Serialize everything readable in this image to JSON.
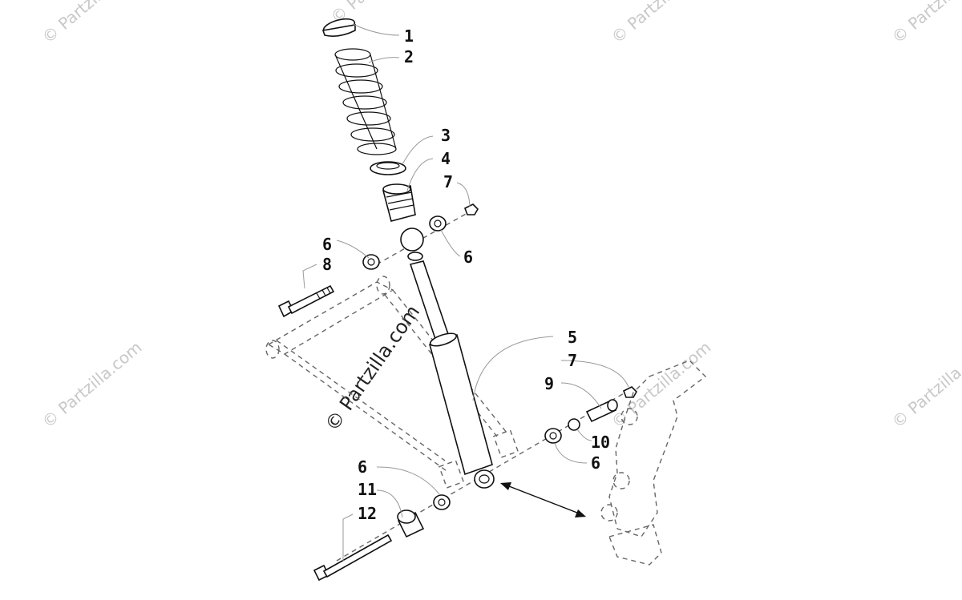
{
  "watermarks": {
    "corner": "© Partzilla.com",
    "center": "© Partzilla.com"
  },
  "callouts": [
    "1",
    "2",
    "3",
    "4",
    "7",
    "6",
    "8",
    "6",
    "5",
    "7",
    "9",
    "10",
    "6",
    "6",
    "11",
    "12"
  ]
}
